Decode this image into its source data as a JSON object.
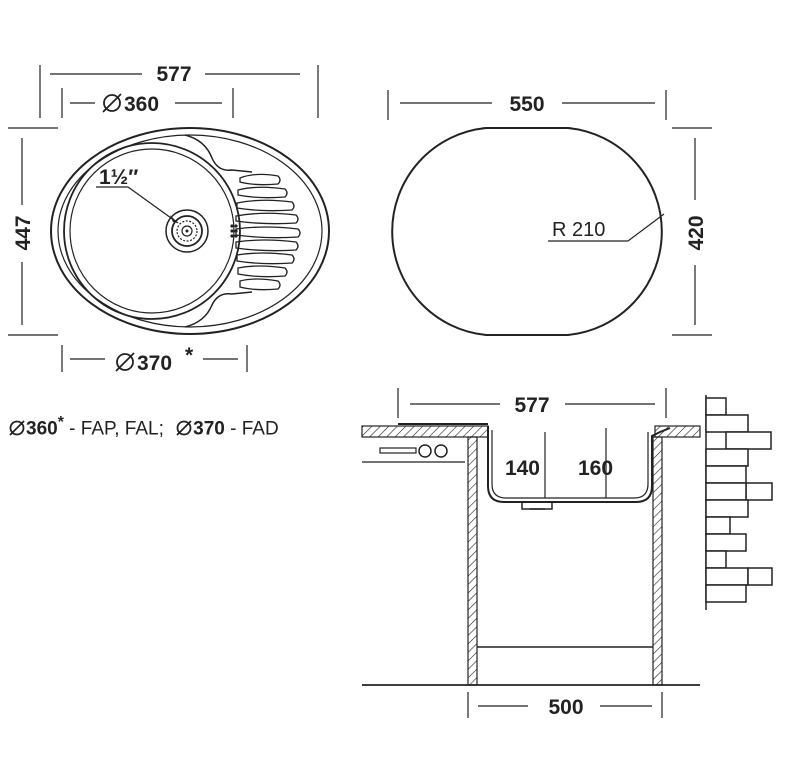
{
  "top_view": {
    "overall_width": "577",
    "bowl_diameter": "360",
    "bowl_diameter_alt": "370",
    "overall_depth": "447",
    "drain_size": "1½″",
    "asterisk": "*"
  },
  "cutout_view": {
    "width": "550",
    "height": "420",
    "radius": "R 210"
  },
  "section_view": {
    "width_top": "577",
    "bowl_depth_1": "140",
    "bowl_depth_2": "160",
    "cabinet_width": "500"
  },
  "notes": {
    "diam_360": "360",
    "asterisk": "*",
    "models_360": " - FAP, FAL;",
    "diam_370": "370",
    "models_370": " - FAD"
  },
  "colors": {
    "line": "#222222",
    "background": "#ffffff"
  }
}
